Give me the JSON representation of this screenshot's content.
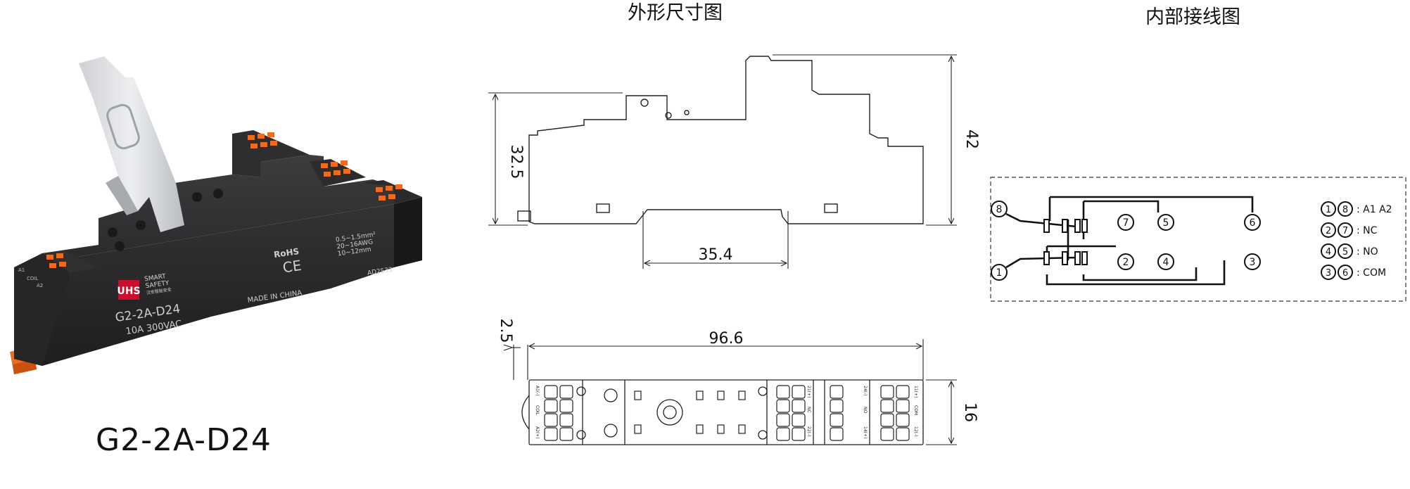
{
  "headings": {
    "dimension": "外形尺寸图",
    "wiring": "内部接线图"
  },
  "product": {
    "model_caption": "G2-2A-D24",
    "label_model": "G2-2A-D24",
    "label_rating": "10A 300VAC",
    "brand_line1": "SMART",
    "brand_line2": "SAFETY",
    "brand_line3": "汉安智能安全",
    "rohs": "RoHS",
    "ce": "CE",
    "made_in": "MADE IN CHINA",
    "wire_spec": [
      "0.5~1.5mm²",
      "20~16AWG",
      "10~12mm"
    ],
    "part_code": "AD2533",
    "terminal_labels": [
      "A1",
      "COIL",
      "A2"
    ]
  },
  "dimensions": {
    "side_height": "32.5",
    "total_height": "42",
    "rail_width": "35.4",
    "offset": "2.5",
    "length": "96.6",
    "depth": "16"
  },
  "top_view_labels": {
    "left": [
      "A1(-)",
      "COIL",
      "A2(+)"
    ],
    "middle": [
      "21(+)",
      "NC",
      "22(-)"
    ],
    "right_a": [
      "24(-)",
      "NO",
      "14(+)"
    ],
    "right_b": [
      "11(+)",
      "COM",
      "12(-)"
    ]
  },
  "wiring": {
    "nodes": [
      "8",
      "1",
      "7",
      "5",
      "6",
      "2",
      "4",
      "3"
    ],
    "legend": [
      {
        "a": "1",
        "b": "8",
        "label": ": A1  A2"
      },
      {
        "a": "2",
        "b": "7",
        "label": ": NC"
      },
      {
        "a": "4",
        "b": "5",
        "label": ": NO"
      },
      {
        "a": "3",
        "b": "6",
        "label": ": COM"
      }
    ]
  }
}
